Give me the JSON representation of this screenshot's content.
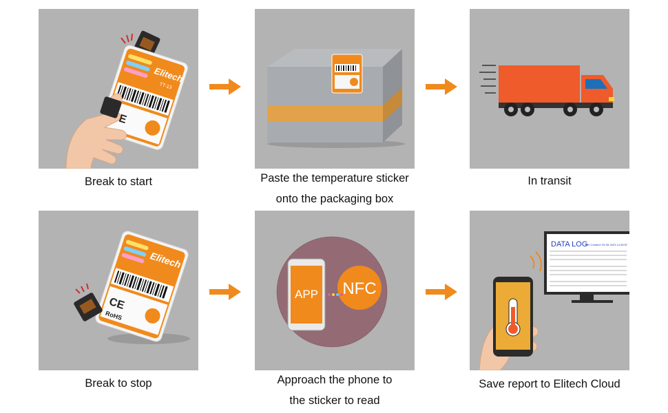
{
  "colors": {
    "panel_bg": "#b3b3b3",
    "accent_orange": "#f08a1c",
    "truck_orange": "#ef5b2a"
  },
  "steps": [
    {
      "caption": "Break to start",
      "illustration": "hand-breaking-sticker"
    },
    {
      "caption_line1": "Paste the temperature sticker",
      "caption_line2": "onto the packaging box",
      "illustration": "box-with-sticker"
    },
    {
      "caption": "In transit",
      "illustration": "truck"
    },
    {
      "caption": "Break to stop",
      "illustration": "sticker-broken"
    },
    {
      "caption_line1": "Approach the phone to",
      "caption_line2": "the sticker to read",
      "illustration": "phone-nfc"
    },
    {
      "caption": "Save report to Elitech Cloud",
      "illustration": "phone-to-monitor"
    }
  ],
  "sticker": {
    "brand": "Elitech",
    "model": "TT-13",
    "ce_mark": "CE",
    "rohs": "RoHS"
  },
  "phone_nfc": {
    "app_label": "APP",
    "nfc_label": "NFC"
  },
  "monitor": {
    "title": "DATA LOG",
    "subtitle": "File Created: 09-05-2023 14:38:57"
  }
}
